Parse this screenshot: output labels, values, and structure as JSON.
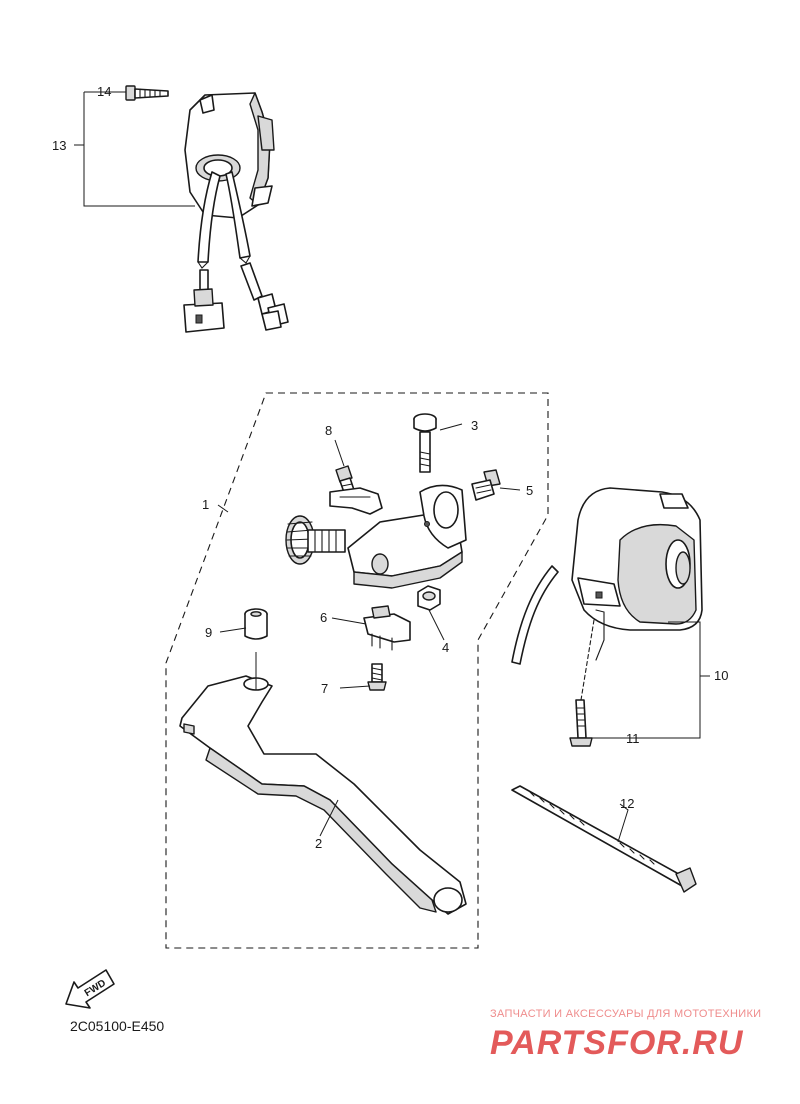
{
  "diagram": {
    "callouts": {
      "c1": "1",
      "c2": "2",
      "c3": "3",
      "c4": "4",
      "c5": "5",
      "c6": "6",
      "c7": "7",
      "c8": "8",
      "c9": "9",
      "c10": "10",
      "c11": "11",
      "c12": "12",
      "c13": "13",
      "c14": "14"
    },
    "fwd_label": "FWD",
    "code": "2C05100-E450"
  },
  "watermark": {
    "tagline": "ЗАПЧАСТИ И АКСЕССУАРЫ ДЛЯ МОТОТЕХНИКИ",
    "logo": "PARTSFOR.RU",
    "color": "#e35a5a"
  }
}
